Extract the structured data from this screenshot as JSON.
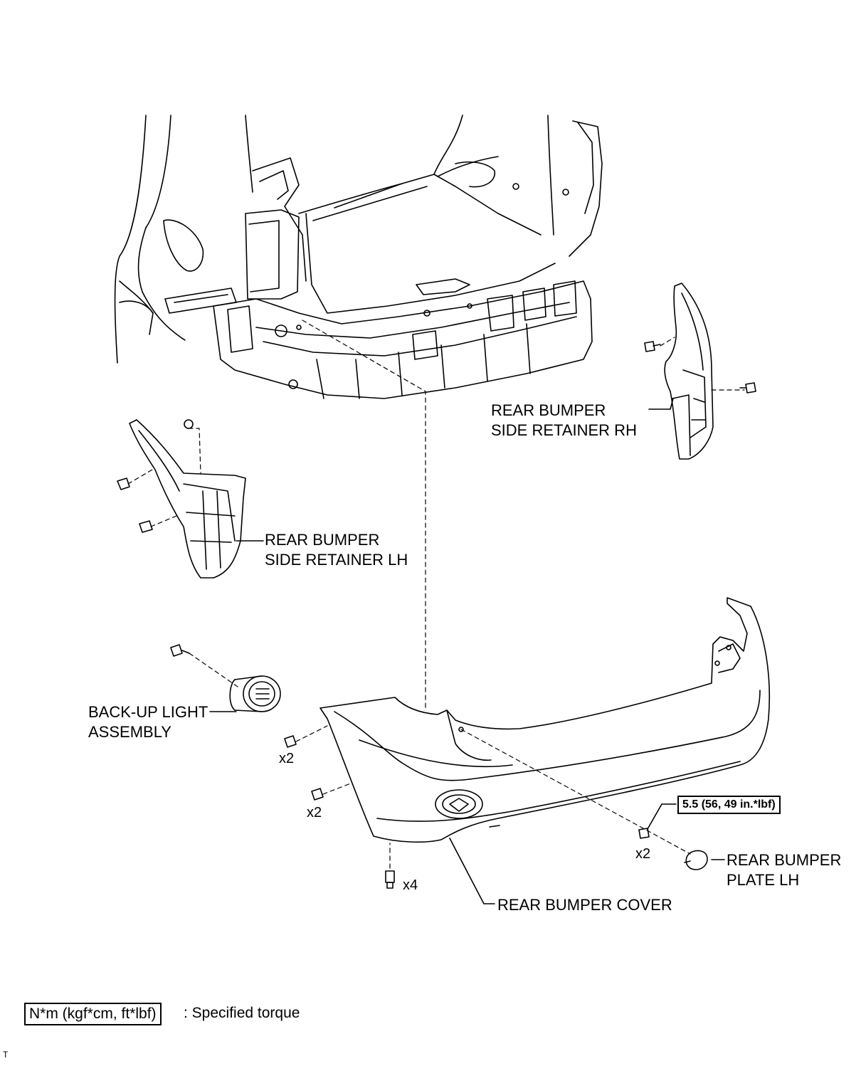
{
  "labels": {
    "rh_retainer_line1": "REAR BUMPER",
    "rh_retainer_line2": "SIDE RETAINER RH",
    "lh_retainer_line1": "REAR BUMPER",
    "lh_retainer_line2": "SIDE RETAINER LH",
    "backup_light_line1": "BACK-UP LIGHT",
    "backup_light_line2": "ASSEMBLY",
    "plate_line1": "REAR BUMPER",
    "plate_line2": "PLATE LH",
    "cover": "REAR BUMPER COVER"
  },
  "quantities": {
    "upper_left_screw": "x2",
    "middle_left_screw": "x2",
    "bottom_clip": "x4",
    "plate_screw": "x2"
  },
  "torque": {
    "value": "5.5 (56, 49 in.*lbf)"
  },
  "legend": {
    "box_text": "N*m (kgf*cm, ft*lbf)",
    "description": ": Specified torque"
  },
  "corner_mark": "T"
}
